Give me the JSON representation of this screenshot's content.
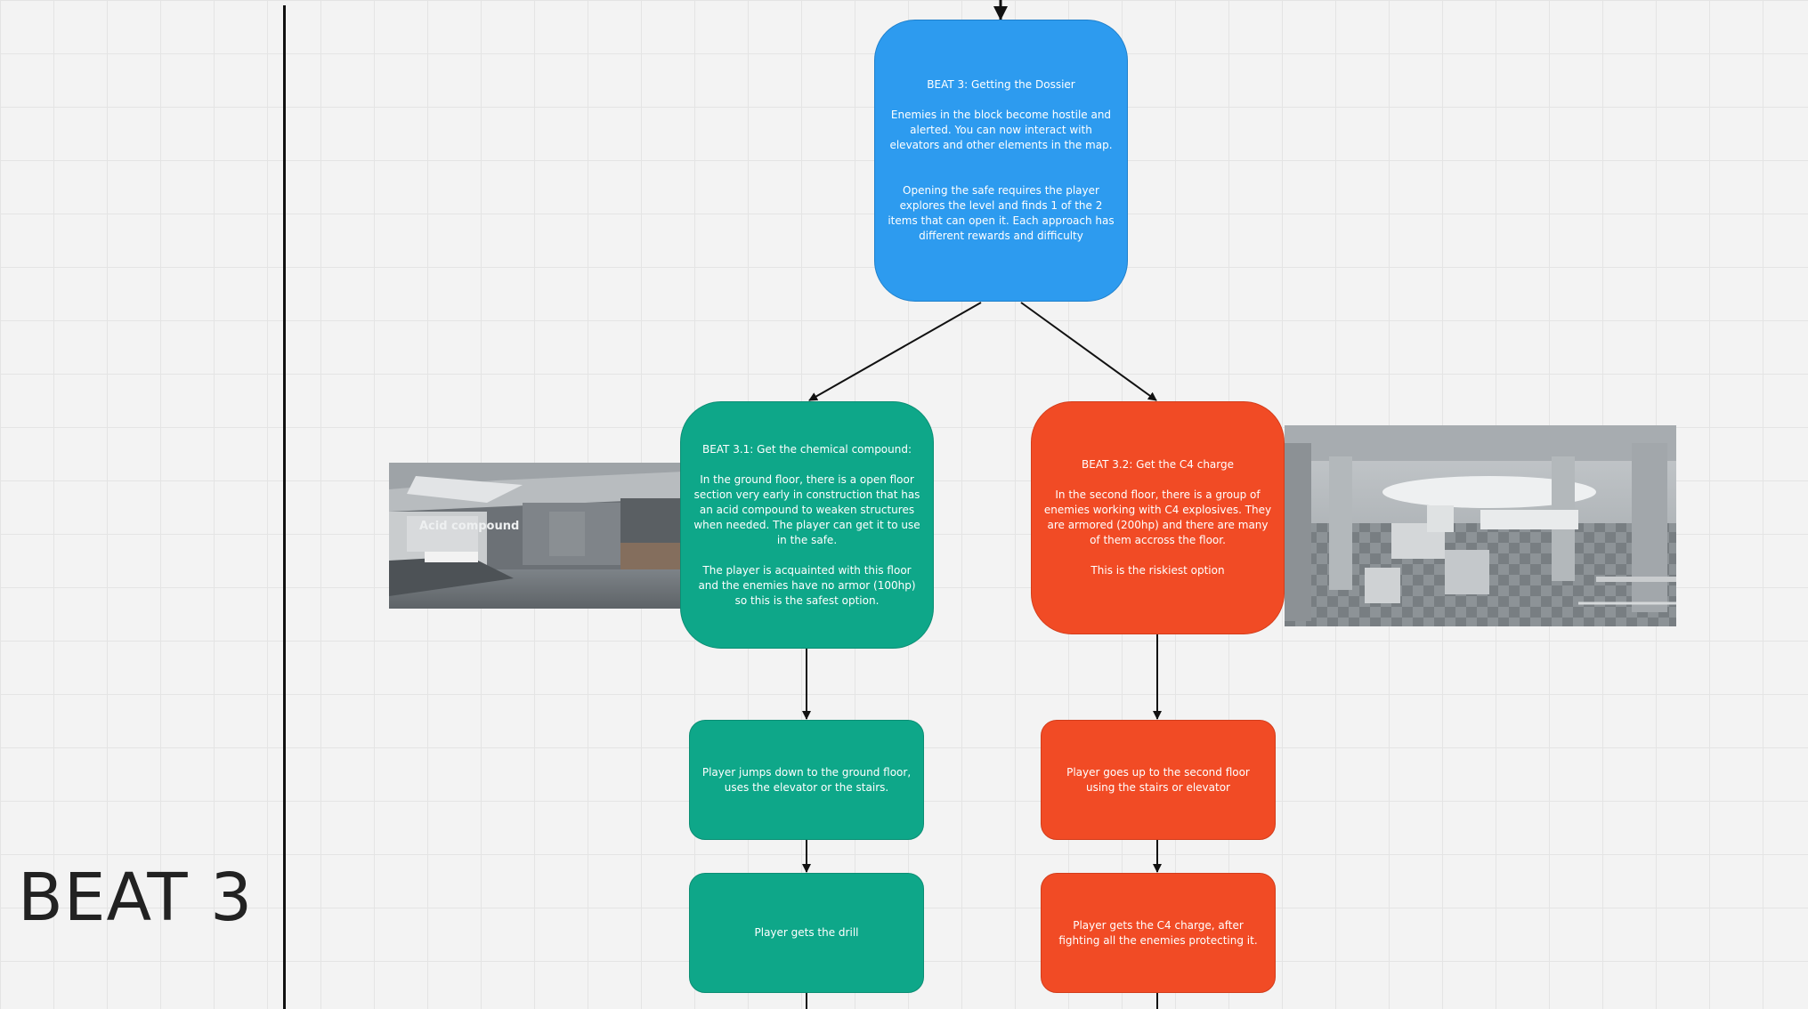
{
  "section": {
    "title": "BEAT 3"
  },
  "nodes": {
    "beat3": "BEAT 3: Getting the Dossier\n\nEnemies in the block become hostile and alerted. You can now interact with elevators and other elements in the map.\n\n\nOpening the safe requires the player explores the level and finds 1 of the 2 items that can open it. Each approach has different rewards and difficulty",
    "beat31": "BEAT 3.1: Get the chemical compound:\n\nIn the ground floor, there is a open floor section very early in construction that has an acid compound to weaken structures when needed. The player can get it to use in the safe.\n\nThe player is acquainted with this floor and the enemies have no armor (100hp) so this is the safest option.",
    "beat32": "BEAT 3.2: Get the C4 charge\n\nIn the second floor, there is a group of enemies working with C4 explosives. They are armored (200hp) and there are many of them accross the floor.\n\nThis is the riskiest option",
    "green_step1": "Player jumps down to the ground floor, uses the elevator or the stairs.",
    "red_step1": "Player goes up to the second floor using the stairs or elevator",
    "green_step2": "Player gets the drill",
    "red_step2": "Player gets the C4 charge, after fighting all the enemies protecting it."
  },
  "images": {
    "left_sign": "Acid compound"
  },
  "colors": {
    "blue": "#2d9bef",
    "green": "#0ea789",
    "red": "#f14b25"
  }
}
